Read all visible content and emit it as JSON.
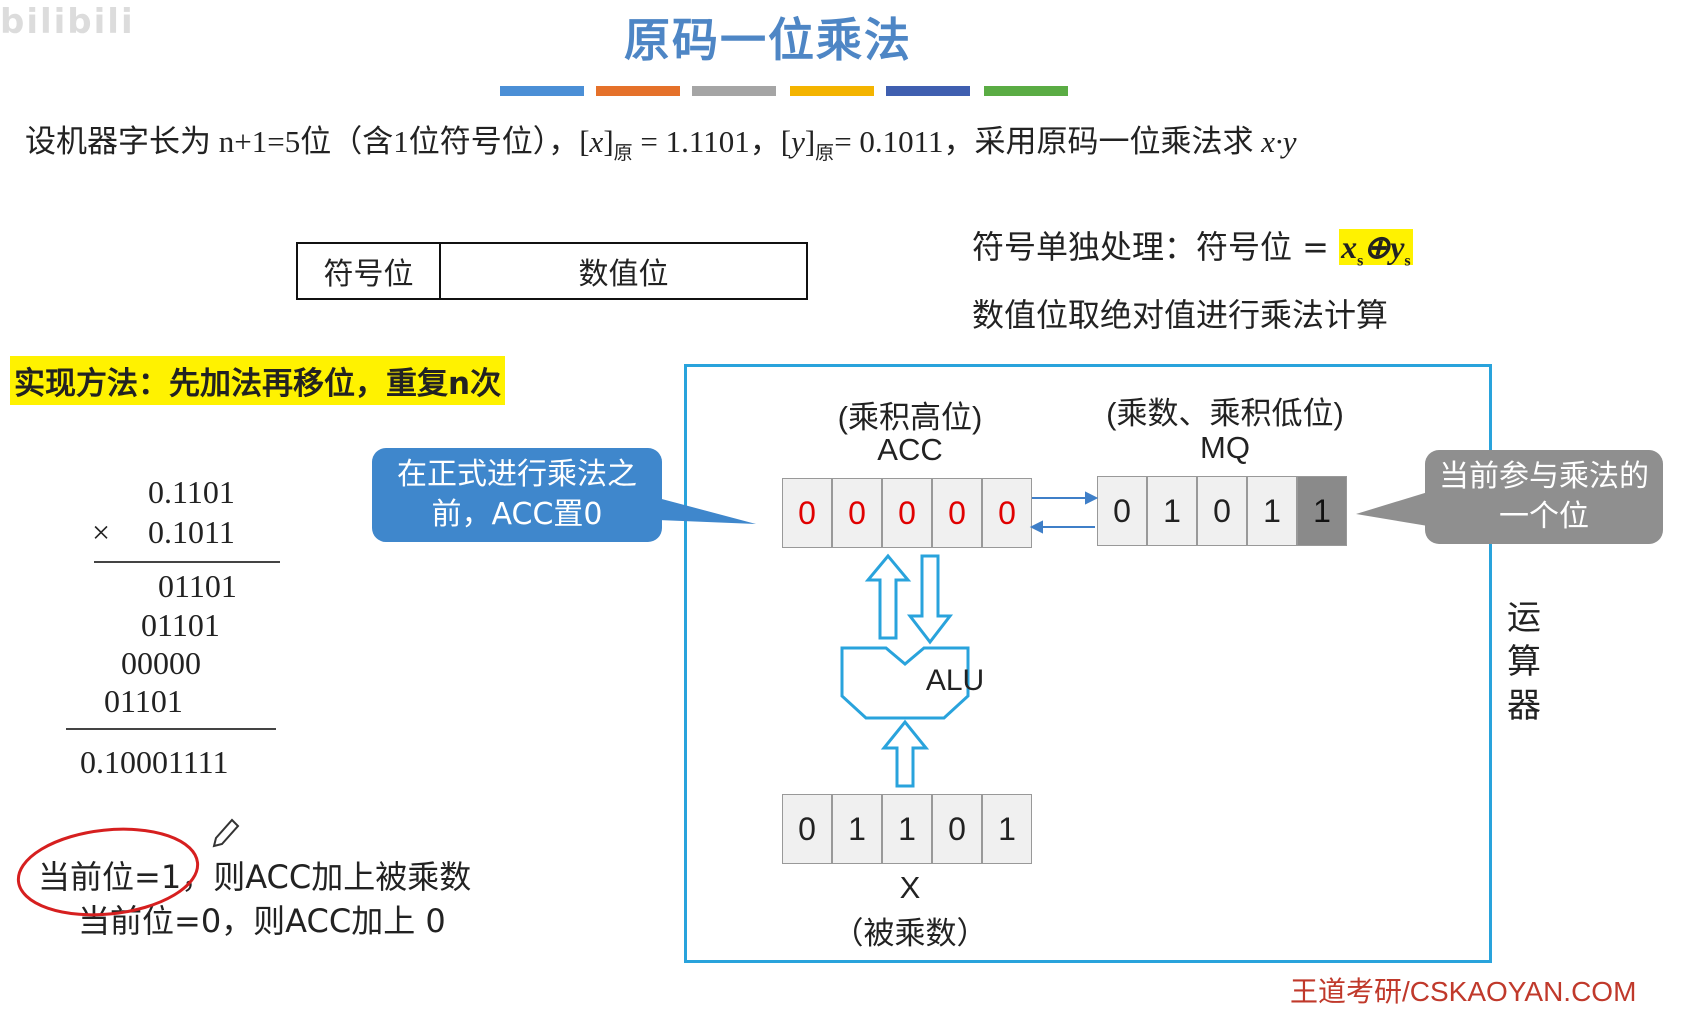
{
  "watermark": "bilibili",
  "title": "原码一位乘法",
  "title_bar_colors": [
    "#4b8fd6",
    "#e5712a",
    "#a5a5a5",
    "#f4b400",
    "#3f5fb0",
    "#5aac44"
  ],
  "problem": {
    "prefix": "设机器字长为 n+1=5位（含1位符号位），",
    "x_label": "x",
    "sub": "原",
    "x_value": "= 1.1101，",
    "y_label": "y",
    "y_value": "= 0.1011，采用原码一位乘法求",
    "product": "x·y"
  },
  "format_table": {
    "sign": "符号位",
    "magnitude": "数值位"
  },
  "sign_note": {
    "prefix": "符号单独处理：符号位 =",
    "x": "x",
    "op": "⊕",
    "y": "y",
    "sub": "s"
  },
  "magnitude_note": "数值位取绝对值进行乘法计算",
  "method": "实现方法：先加法再移位，重复n次",
  "multiplication": {
    "multiplicand": "0.1101",
    "times": "×",
    "multiplier": "0.1011",
    "partials": [
      "01101",
      "01101",
      "00000",
      "01101"
    ],
    "result": "0.10001111"
  },
  "rules": {
    "rule1_a": "当前位=1，",
    "rule1_b": "则ACC加上被乘数",
    "rule2": "当前位=0，则ACC加上 0"
  },
  "acc": {
    "desc": "(乘积高位)",
    "name": "ACC",
    "bits": [
      "0",
      "0",
      "0",
      "0",
      "0"
    ]
  },
  "mq": {
    "desc": "(乘数、乘积低位)",
    "name": "MQ",
    "bits": [
      "0",
      "1",
      "0",
      "1",
      "1"
    ]
  },
  "x_reg": {
    "name": "X",
    "desc": "（被乘数）",
    "bits": [
      "0",
      "1",
      "1",
      "0",
      "1"
    ]
  },
  "alu_label": "ALU",
  "bubble_left": "在正式进行乘法之前，ACC置0",
  "bubble_right": "当前参与乘法的一个位",
  "unit_label": "运算器",
  "footer": "王道考研/CSKAOYAN.COM",
  "colors": {
    "title": "#4e86c5",
    "highlight": "#fff200",
    "frame": "#29a3dc",
    "bit_red": "#e00000",
    "footer": "#c0392b"
  }
}
